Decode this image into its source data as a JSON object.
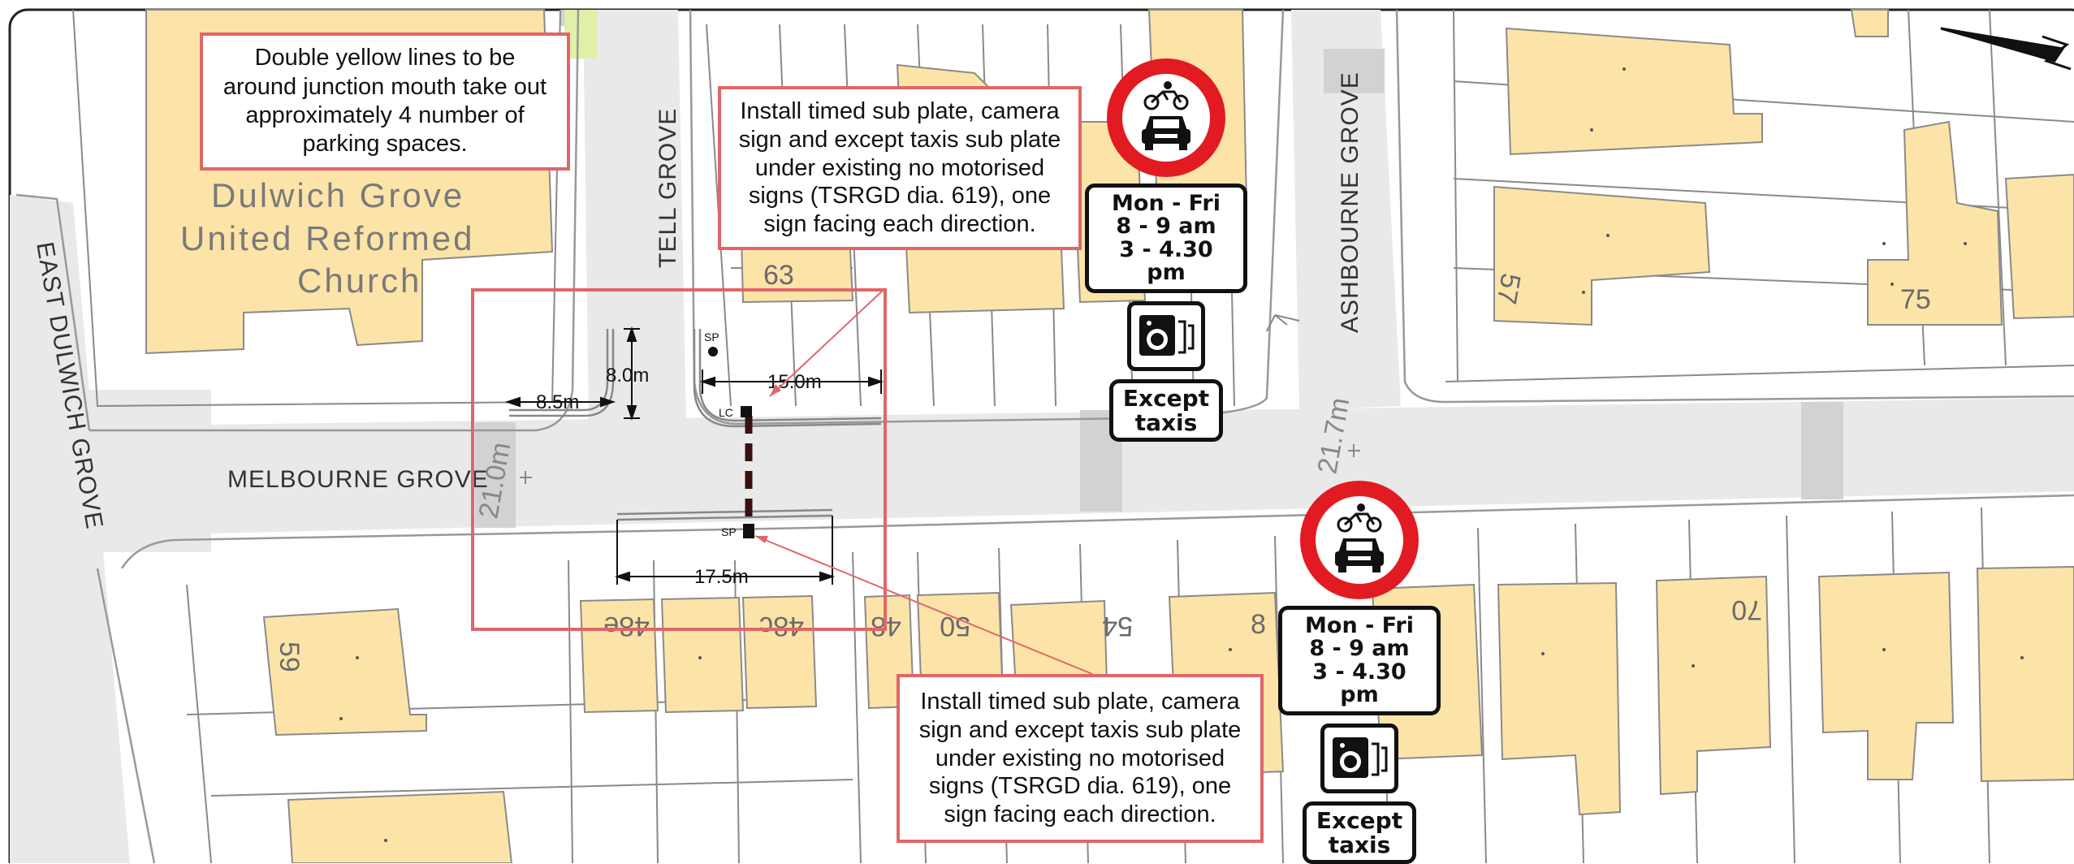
{
  "roads": {
    "melbourne_grove": "MELBOURNE GROVE",
    "tell_grove": "TELL GROVE",
    "ashbourne_grove": "ASHBOURNE GROVE",
    "east_dulwich_grove": "EAST DULWICH GROVE"
  },
  "church": {
    "line1": "Dulwich Grove",
    "line2": "United Reformed",
    "line3": "Church"
  },
  "house_numbers": {
    "n63": "63",
    "n57": "57",
    "n75": "75",
    "n59": "59",
    "n48e": "48e",
    "n48c": "48c",
    "n48": "48",
    "n50": "50",
    "n54": "54",
    "n8": "8",
    "n70": "70"
  },
  "road_dimensions": {
    "left": "21.0m",
    "right": "21.7m"
  },
  "dimensions": {
    "d_8_5": "8.5m",
    "d_8_0": "8.0m",
    "d_15_0": "15.0m",
    "d_17_5": "17.5m"
  },
  "markers": {
    "sp_top": "SP",
    "lc": "LC",
    "sp_bottom": "SP"
  },
  "callouts": {
    "double_yellow": {
      "lines": [
        "Double yellow lines to be",
        "around junction mouth take out",
        "approximately 4 number of",
        "parking spaces."
      ]
    },
    "install_top": {
      "lines": [
        "Install timed sub plate, camera",
        "sign and except taxis sub plate",
        "under existing no motorised",
        "signs (TSRGD dia. 619), one",
        "sign facing each direction."
      ]
    },
    "install_bottom": {
      "lines": [
        "Install timed sub plate, camera",
        "sign and except taxis sub plate",
        "under existing no motorised",
        "signs (TSRGD dia. 619), one",
        "sign facing each direction."
      ]
    }
  },
  "signs": {
    "top": {
      "time_lines": [
        "Mon - Fri",
        "8 - 9 am",
        "3 - 4.30 pm"
      ],
      "except_lines": [
        "Except",
        "taxis"
      ]
    },
    "bottom": {
      "time_lines": [
        "Mon - Fri",
        "8 - 9 am",
        "3 - 4.30 pm"
      ],
      "except_lines": [
        "Except",
        "taxis"
      ]
    }
  },
  "colors": {
    "building": "#fce4a8",
    "road": "#e8e8e8",
    "plot_line": "#8a8a8a",
    "callout_border": "#e06668",
    "sign_red": "#e21b22",
    "scheme_box": "#e06668"
  }
}
